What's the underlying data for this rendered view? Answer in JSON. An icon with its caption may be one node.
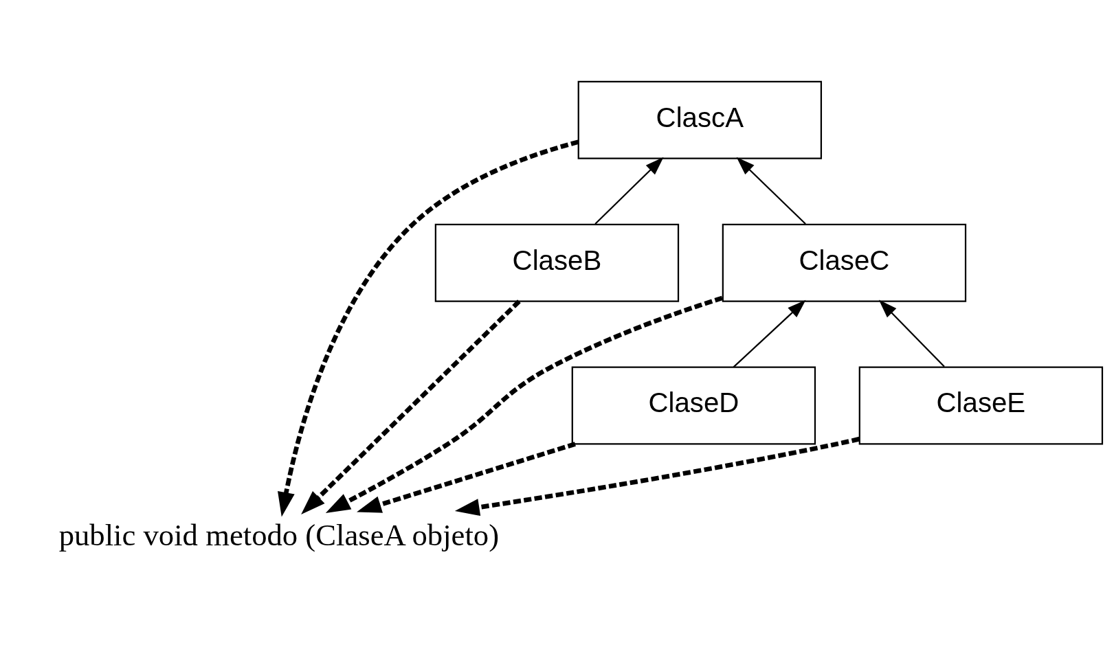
{
  "diagram": {
    "nodes": [
      {
        "text": [
          "ClascA"
        ]
      },
      {
        "text": [
          "ClaseB"
        ]
      },
      {
        "text": [
          "ClaseC"
        ]
      },
      {
        "text": [
          "ClaseD"
        ]
      },
      {
        "text": [
          "ClaseE"
        ]
      },
      {
        "text": [
          "public void metodo (ClaseA objeto)"
        ]
      }
    ],
    "edges": [
      {
        "from": 1,
        "to": 0,
        "arrow": "to"
      },
      {
        "from": 2,
        "to": 0,
        "arrow": "to"
      },
      {
        "from": 3,
        "to": 2,
        "arrow": "to"
      },
      {
        "from": 4,
        "to": 2,
        "arrow": "to"
      },
      {
        "from": 0,
        "to": 5,
        "arrow": "to",
        "style": "dashed"
      },
      {
        "from": 1,
        "to": 5,
        "arrow": "to",
        "style": "dashed"
      },
      {
        "from": 3,
        "to": 5,
        "arrow": "to",
        "style": "dashed"
      },
      {
        "from": 4,
        "to": 5,
        "arrow": "to",
        "style": "dashed"
      },
      {
        "from": 2,
        "to": 5,
        "arrow": "to",
        "style": "dashed"
      }
    ]
  }
}
